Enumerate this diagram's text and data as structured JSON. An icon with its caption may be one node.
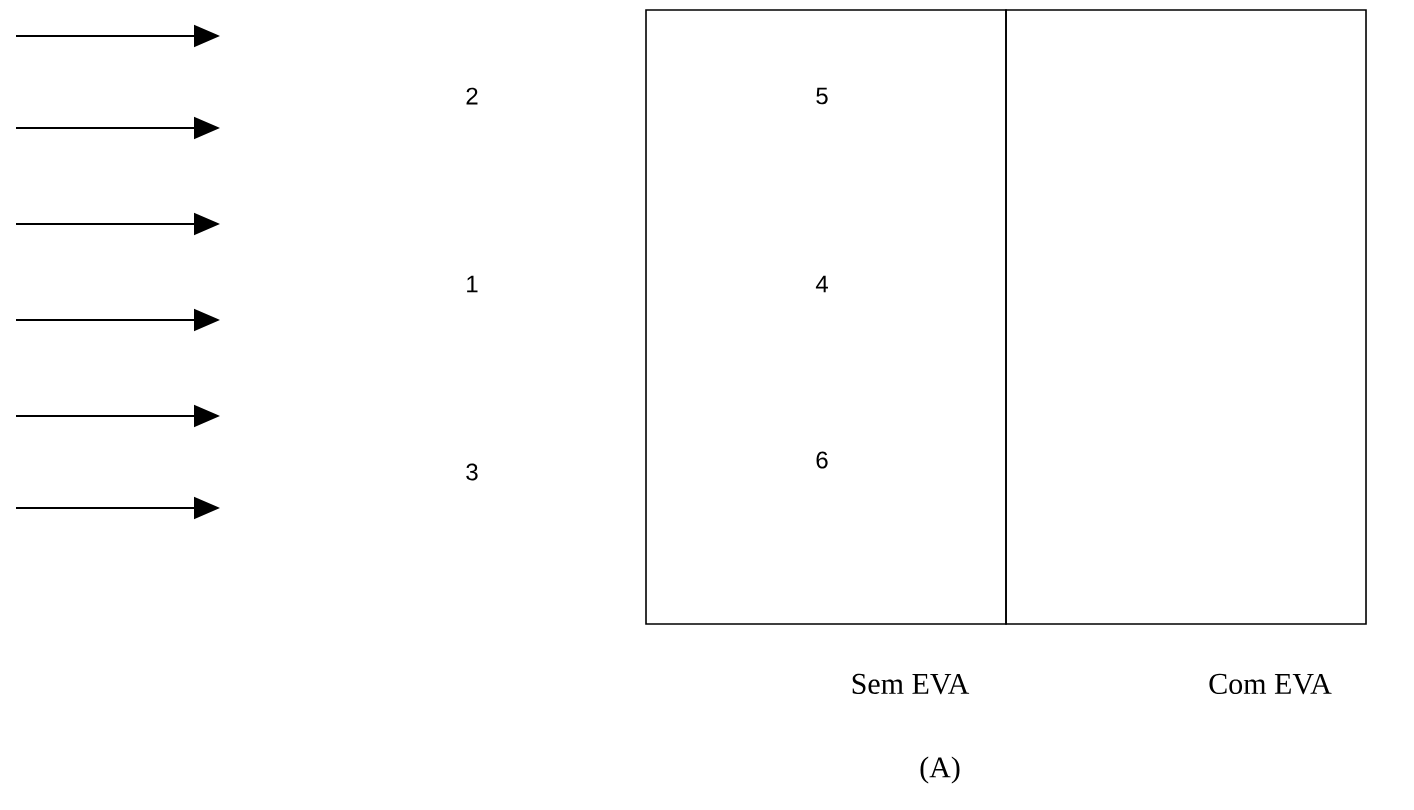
{
  "diagram": {
    "caption": "(A)",
    "nodes": [
      {
        "text": [
          "5",
          "4",
          "6"
        ],
        "beside": [
          "Sem EVA"
        ]
      },
      {
        "text": [],
        "shape": "box",
        "beside": [
          "Com EVA"
        ]
      }
    ],
    "labels": [
      "2",
      "1",
      "3"
    ]
  }
}
